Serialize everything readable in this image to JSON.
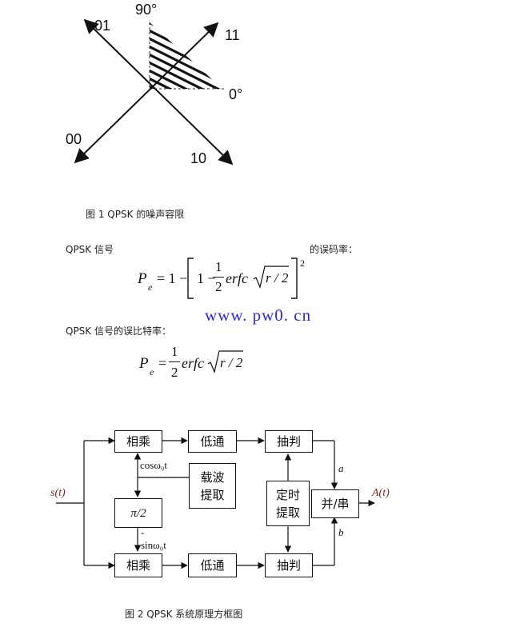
{
  "figure1": {
    "labels": {
      "deg90": "90°",
      "deg0": "0°",
      "q01": "01",
      "q11": "11",
      "q00": "00",
      "q10": "10"
    },
    "caption": "图 1    QPSK 的噪声容限"
  },
  "text": {
    "signal_left": "QPSK 信号",
    "signal_right": "的误码率：",
    "ber_label": "QPSK 信号的误比特率："
  },
  "formula1": {
    "lhs": "P",
    "lhs_sub": "e",
    "eq_one": "= 1 −",
    "one": "1 −",
    "frac_num": "1",
    "frac_den": "2",
    "fn": "erfc",
    "radicand": "r / 2",
    "power": "2"
  },
  "formula2": {
    "lhs": "P",
    "lhs_sub": "e",
    "eq": "=",
    "frac_num": "1",
    "frac_den": "2",
    "fn": "erfc",
    "radicand": "r / 2"
  },
  "watermark": "www. pw0. cn",
  "figure2": {
    "boxes": {
      "mult_top": "相乘",
      "lpf_top": "低通",
      "dec_top": "抽判",
      "carrier": "载波\n提取",
      "phase": "π/2",
      "timing": "定时\n提取",
      "ps": "并/串",
      "mult_bot": "相乘",
      "lpf_bot": "低通",
      "dec_bot": "抽判"
    },
    "signals": {
      "input": "s(t)",
      "output": "A(t)",
      "cos": "cosω₀t",
      "sin": "sinω₀t",
      "minus": "-",
      "a": "a",
      "b": "b"
    },
    "caption": "图 2    QPSK 系统原理方框图"
  }
}
